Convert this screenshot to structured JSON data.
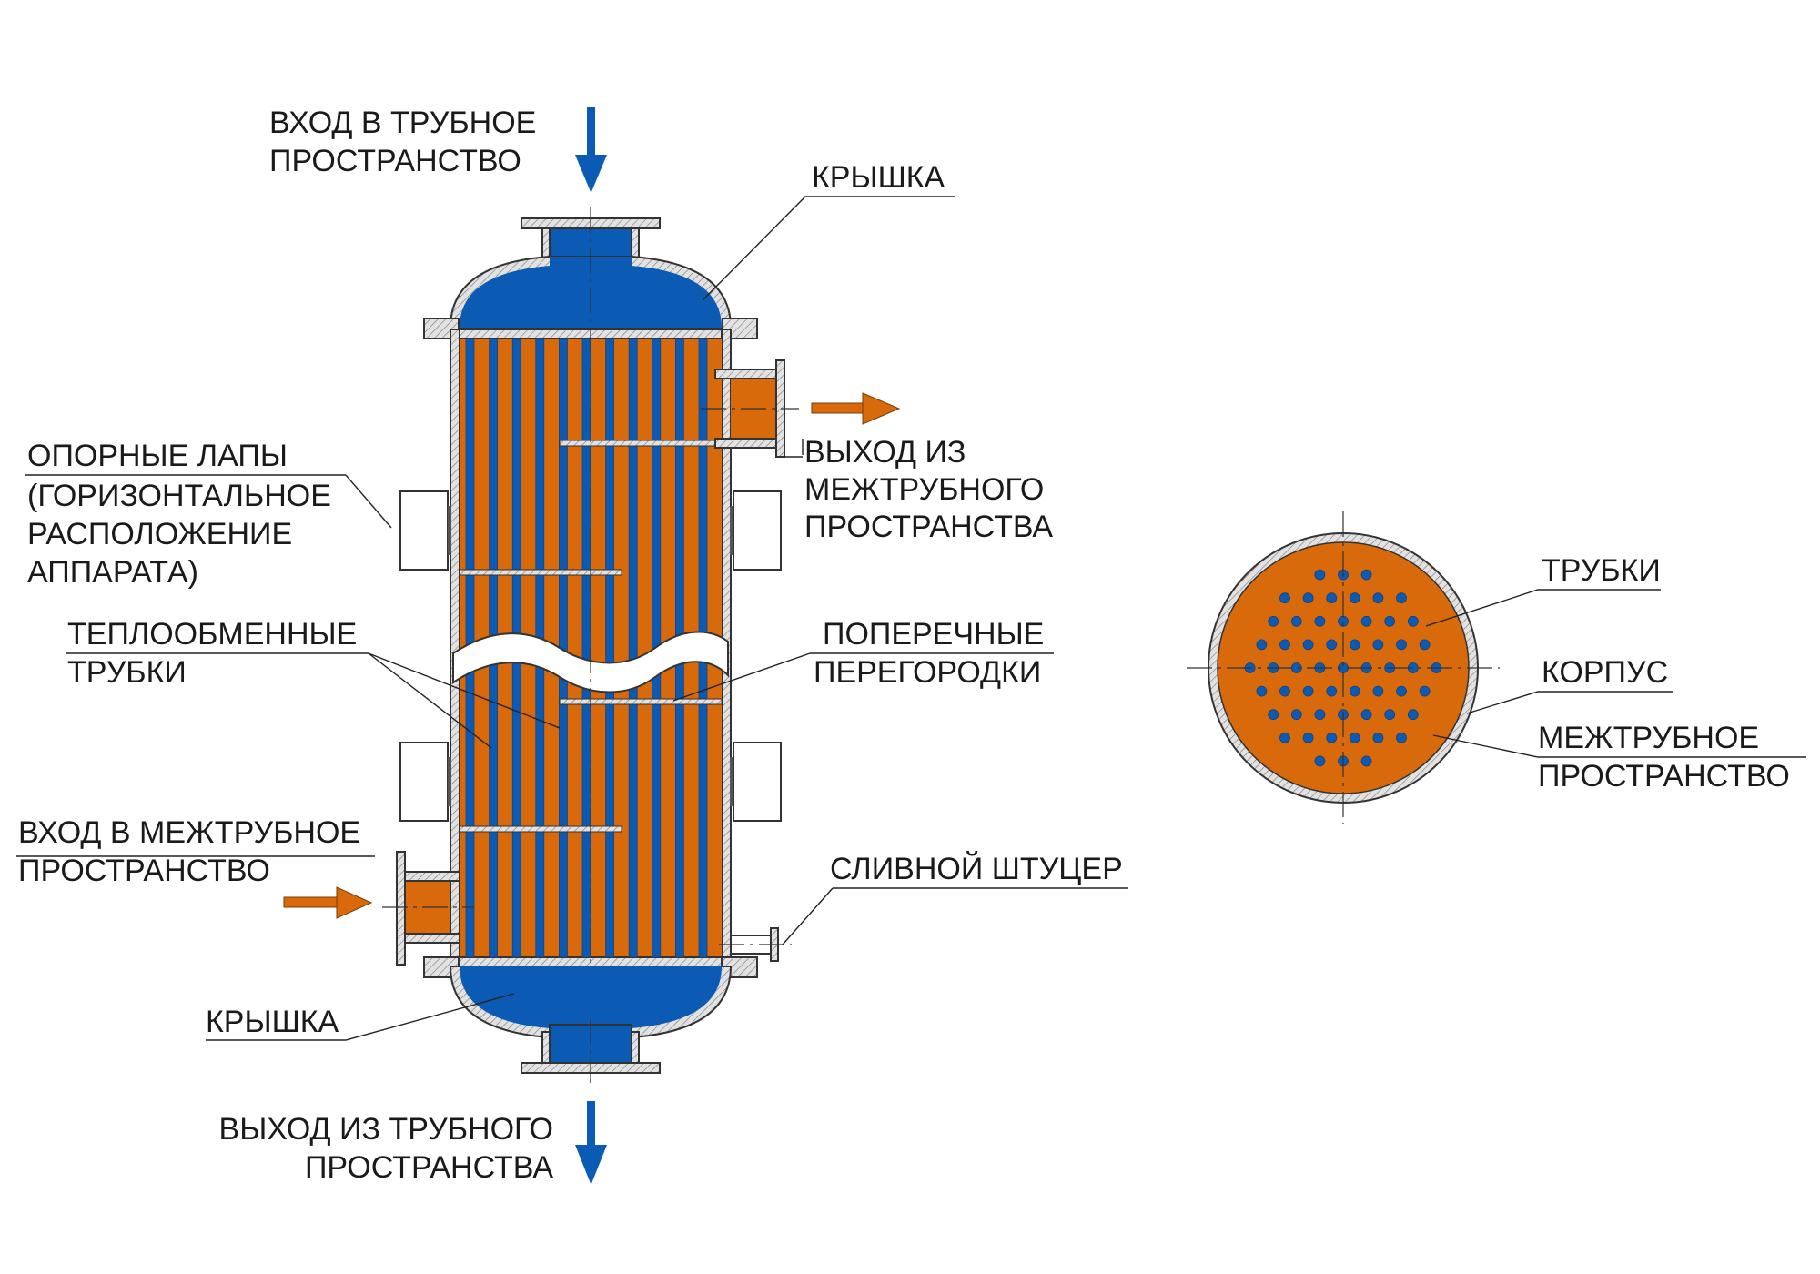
{
  "labels": {
    "tube_inlet": [
      "ВХОД В ТРУБНОЕ",
      "ПРОСТРАНСТВО"
    ],
    "cover_top": "КРЫШКА",
    "shell_outlet": [
      "ВЫХОД ИЗ",
      "МЕЖТРУБНОГО",
      "ПРОСТРАНСТВА"
    ],
    "support_legs": [
      "ОПОРНЫЕ ЛАПЫ",
      "(ГОРИЗОНТАЛЬНОЕ",
      "РАСПОЛОЖЕНИЕ",
      "АППАРАТА)"
    ],
    "heat_tubes": [
      "ТЕПЛООБМЕННЫЕ",
      "ТРУБКИ"
    ],
    "baffles": [
      "ПОПЕРЕЧНЫЕ",
      "ПЕРЕГОРОДКИ"
    ],
    "shell_inlet": [
      "ВХОД В МЕЖТРУБНОЕ",
      "ПРОСТРАНСТВО"
    ],
    "drain": "СЛИВНОЙ ШТУЦЕР",
    "cover_bottom": "КРЫШКА",
    "tube_outlet": [
      "ВЫХОД ИЗ ТРУБНОГО",
      "ПРОСТРАНСТВА"
    ],
    "section_tubes": "ТРУБКИ",
    "section_shell": "КОРПУС",
    "section_interspace": [
      "МЕЖТРУБНОЕ",
      "ПРОСТРАНСТВО"
    ]
  },
  "colors": {
    "tube_side": "#0b5bb5",
    "shell_side": "#d86a0c",
    "metal": "#d9d9d9",
    "outline": "#333333"
  }
}
